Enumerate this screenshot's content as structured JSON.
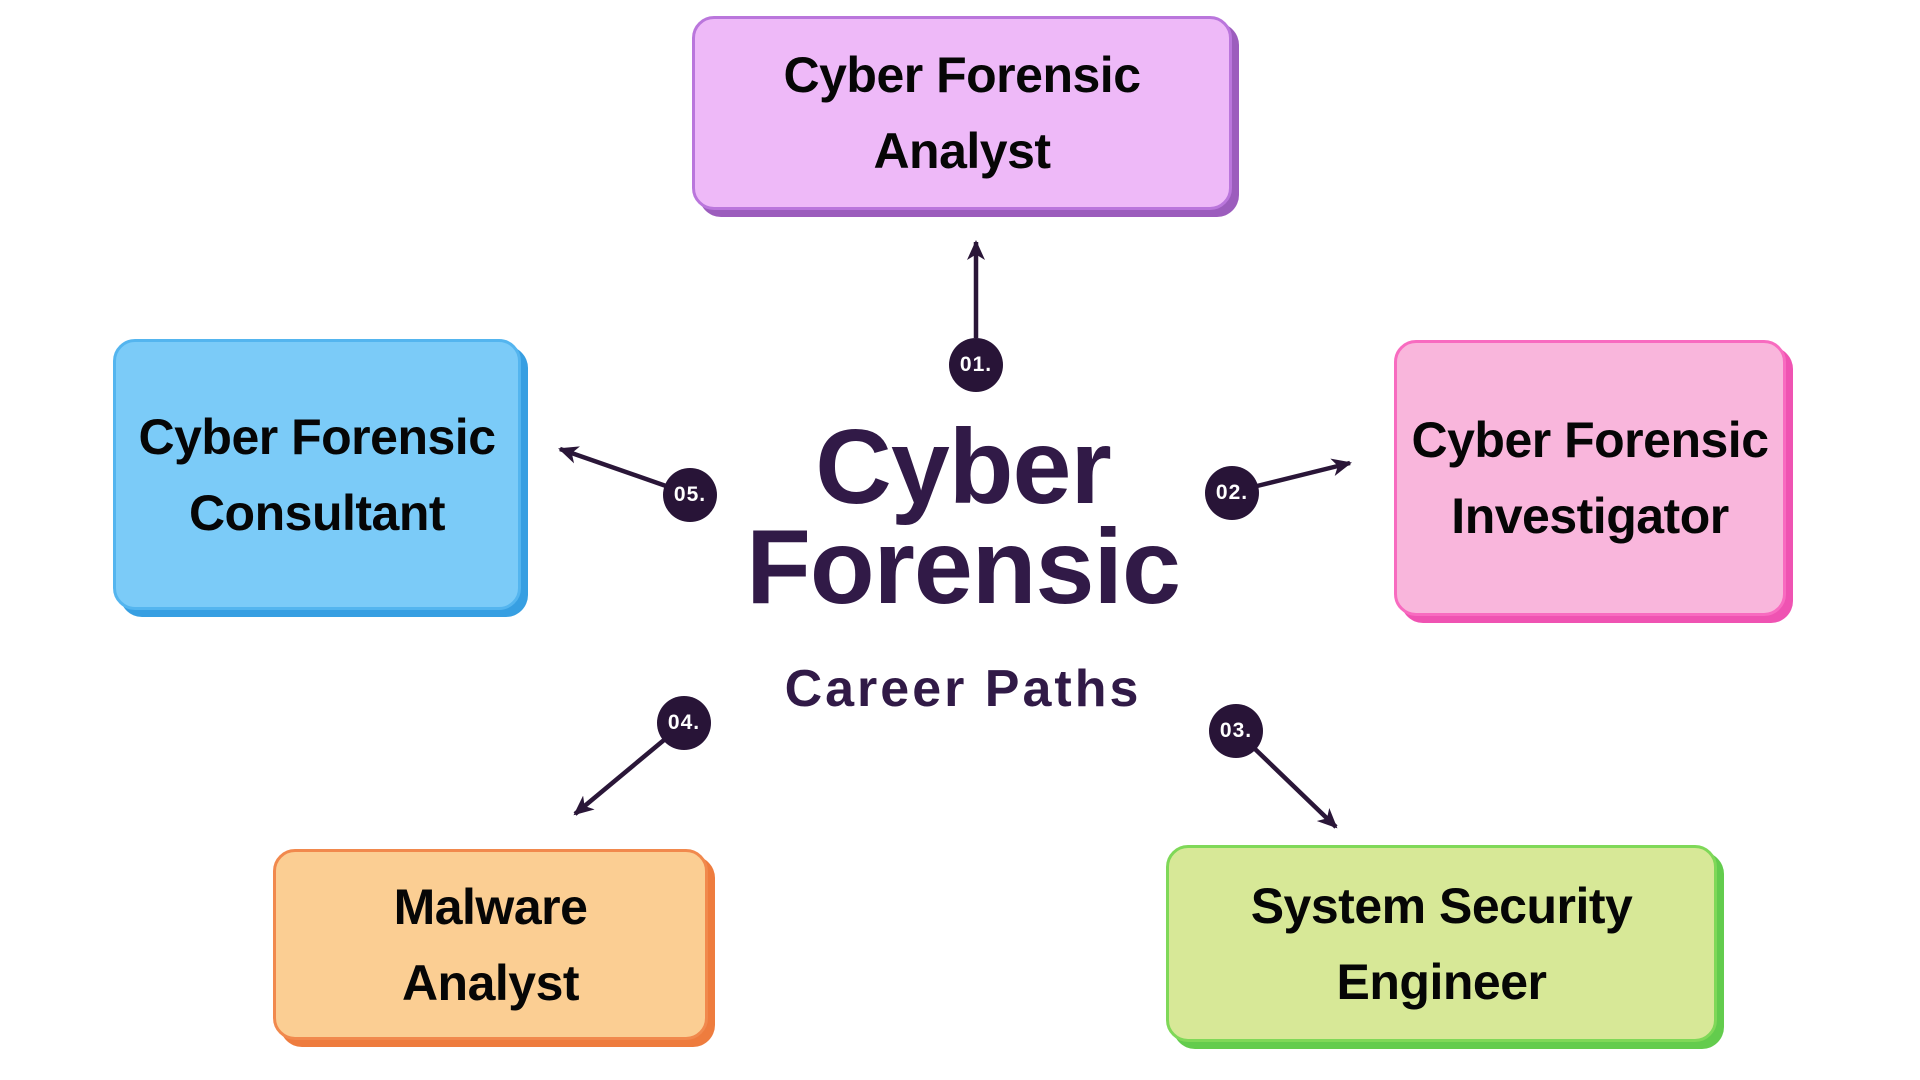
{
  "page": {
    "background": "#FFFFFF"
  },
  "center": {
    "title_line1": "Cyber",
    "title_line2": "Forensic",
    "subtitle": "Career Paths",
    "title_color": "#311A47"
  },
  "boxes": [
    {
      "id": "cyber-forensic-analyst",
      "line1": "Cyber Forensic",
      "line2": "Analyst",
      "position": "top",
      "fill": "#EEB9F8",
      "border": "#BA76DC",
      "shadow": "#9C5DBD"
    },
    {
      "id": "cyber-forensic-investigator",
      "line1": "Cyber Forensic",
      "line2": "Investigator",
      "position": "right",
      "fill": "#F9B6DC",
      "border": "#F86BC0",
      "shadow": "#EF53B2"
    },
    {
      "id": "system-security-engineer",
      "line1": "System Security",
      "line2": "Engineer",
      "position": "bottom-right",
      "fill": "#D7E897",
      "border": "#7FD858",
      "shadow": "#63CC4D"
    },
    {
      "id": "malware-analyst",
      "line1": "Malware",
      "line2": "Analyst",
      "position": "bottom-left",
      "fill": "#FBCE93",
      "border": "#F1894D",
      "shadow": "#EE7C3E"
    },
    {
      "id": "cyber-forensic-consultant",
      "line1": "Cyber Forensic",
      "line2": "Consultant",
      "position": "left",
      "fill": "#7BCBF8",
      "border": "#54B5EF",
      "shadow": "#379FE2"
    }
  ],
  "badges": [
    {
      "label": "01."
    },
    {
      "label": "02."
    },
    {
      "label": "03."
    },
    {
      "label": "04."
    },
    {
      "label": "05."
    }
  ],
  "badge_style": {
    "fill": "#281437",
    "text_color": "#FFFFFF"
  },
  "arrow_color": "#2A1638",
  "box_text_color": "#060606"
}
